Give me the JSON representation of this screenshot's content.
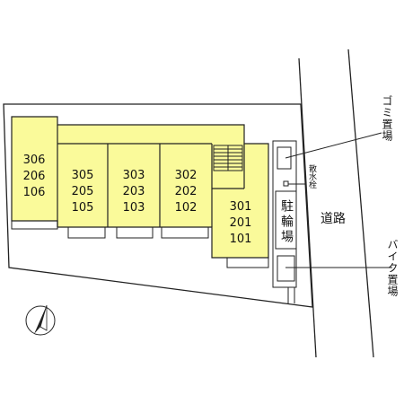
{
  "colors": {
    "building_fill": "#fafa9a",
    "line": "#222222",
    "background": "#ffffff"
  },
  "units": [
    {
      "rooms": [
        "306",
        "206",
        "106"
      ]
    },
    {
      "rooms": [
        "305",
        "205",
        "105"
      ]
    },
    {
      "rooms": [
        "303",
        "203",
        "103"
      ]
    },
    {
      "rooms": [
        "302",
        "202",
        "102"
      ]
    },
    {
      "rooms": [
        "301",
        "201",
        "101"
      ]
    }
  ],
  "labels": {
    "garbage": "ゴミ置場",
    "hydrant": "散水栓",
    "bicycle_parking": "駐輪場",
    "road": "道路",
    "bike_parking": "バイク置場"
  },
  "icons": {
    "compass": "north-arrow-icon"
  }
}
